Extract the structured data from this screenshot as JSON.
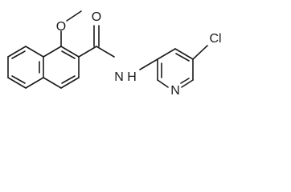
{
  "molecule": {
    "atoms": {
      "methoxy_oxygen": "O",
      "carbonyl_oxygen": "O",
      "amide_nitrogen": "N",
      "amide_hydrogen": "H",
      "pyridine_nitrogen": "N",
      "chlorine": "Cl"
    }
  },
  "colors": {
    "bond": "#1a1a1a",
    "label": "#1a1a1a",
    "background": "#ffffff"
  }
}
